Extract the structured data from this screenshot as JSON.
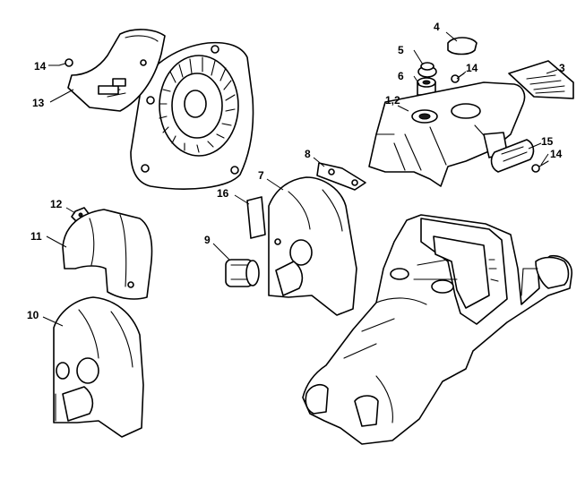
{
  "callouts": {
    "c1_2": "1,2",
    "c3": "3",
    "c4": "4",
    "c5": "5",
    "c6": "6",
    "c7": "7",
    "c8": "8",
    "c9": "9",
    "c10": "10",
    "c11": "11",
    "c12": "12",
    "c13": "13",
    "c14a": "14",
    "c14b": "14",
    "c14c": "14",
    "c15": "15",
    "c16": "16"
  }
}
